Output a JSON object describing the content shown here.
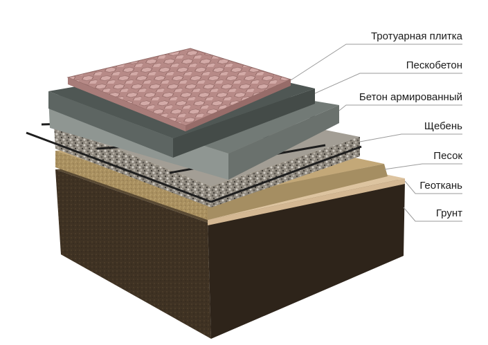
{
  "diagram": {
    "layers": [
      {
        "id": "paving",
        "label": "Тротуарная плитка",
        "color": "#c99c98"
      },
      {
        "id": "sandcement",
        "label": "Пескобетон",
        "color": "#5a6360"
      },
      {
        "id": "concrete",
        "label": "Бетон армированный",
        "color": "#7f8682"
      },
      {
        "id": "gravel",
        "label": "Щебень",
        "color": "#9a948a"
      },
      {
        "id": "sand",
        "label": "Песок",
        "color": "#b29b6a"
      },
      {
        "id": "geotextile",
        "label": "Геоткань",
        "color": "#d9bf9a"
      },
      {
        "id": "soil",
        "label": "Грунт",
        "color": "#4a3c2a"
      }
    ]
  }
}
